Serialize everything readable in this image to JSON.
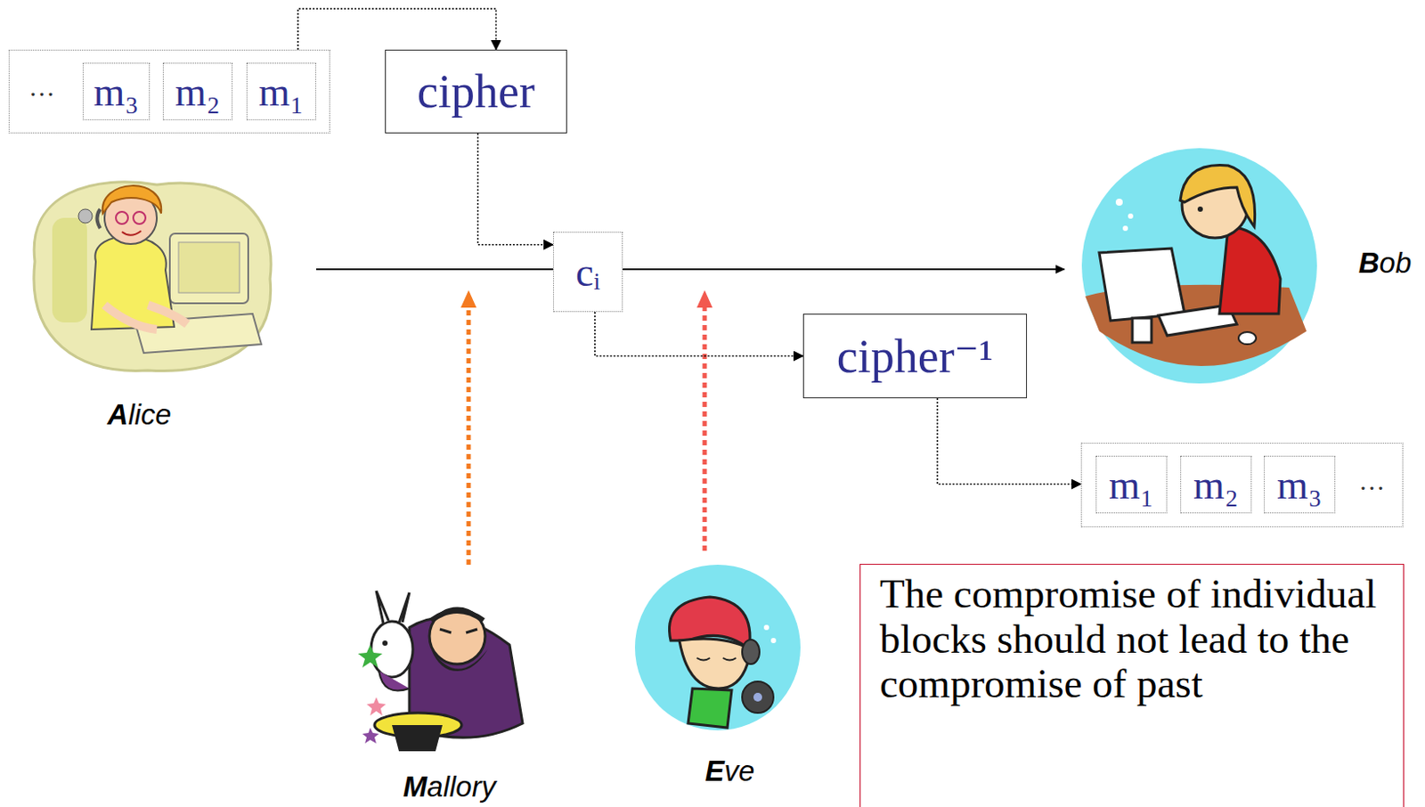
{
  "diagram": {
    "nodes": [
      {
        "text": [
          "…"
        ]
      },
      {
        "text": [
          "m₃"
        ],
        "in": 0
      },
      {
        "text": [
          "m₂"
        ],
        "in": 0
      },
      {
        "text": [
          "m₁"
        ],
        "in": 0
      },
      {
        "text": [
          "cipher"
        ]
      },
      {
        "text": [
          "cᵢ"
        ]
      },
      {
        "text": [
          "cipher⁻¹"
        ]
      },
      {
        "text": [
          "…"
        ]
      },
      {
        "text": [
          "m₁"
        ],
        "in": 7
      },
      {
        "text": [
          "m₂"
        ],
        "in": 7
      },
      {
        "text": [
          "m₃"
        ],
        "in": 7
      },
      {
        "text": [
          "The compromise of individual blocks should not lead to the compromise of past"
        ]
      }
    ],
    "edges": [
      {
        "from": 0,
        "to": 4,
        "arrow": "to"
      },
      {
        "from": 4,
        "to": 5,
        "arrow": "to"
      },
      {
        "from": 5,
        "to": 6,
        "arrow": "to"
      },
      {
        "from": 6,
        "to": 7,
        "arrow": "to"
      }
    ],
    "labels": [
      "Alice",
      "Bob",
      "Mallory",
      "Eve"
    ]
  }
}
